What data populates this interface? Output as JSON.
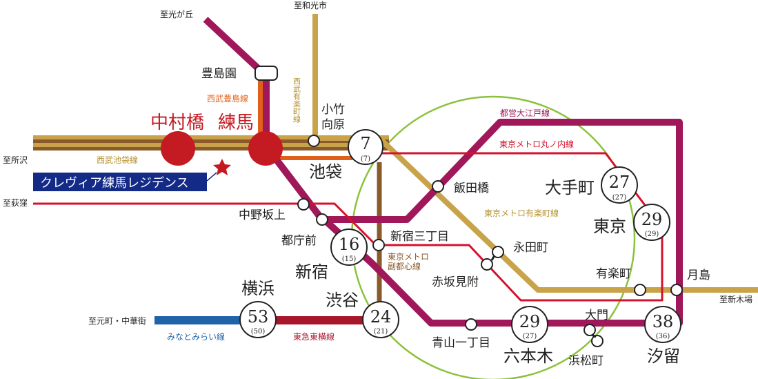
{
  "colors": {
    "seibu_ikebukuro": "#c8a34a",
    "seibu_brown": "#8a5a2b",
    "seibu_orange": "#e0601a",
    "oedo": "#a0185a",
    "marunouchi": "#d6112c",
    "yurakucho": "#c8a34a",
    "fukutoshin": "#8a5a2b",
    "minatomirai": "#1f63a8",
    "toyoko": "#a8162c",
    "yamanote": "#8bc23c",
    "navy": "#142a87",
    "red_station": "#c41a22"
  },
  "destinations": {
    "hikarigaoka": "至光が丘",
    "wakoshi": "至和光市",
    "tokorozawa": "至所沢",
    "ogikubo": "至荻窪",
    "motomachi": "至元町・中華街",
    "shinkiba": "至新木場"
  },
  "lines": {
    "seibu_toshima": "西武豊島線",
    "seibu_yurakucho": "西武有楽町線",
    "seibu_ikebukuro": "西武池袋線",
    "oedo": "都営大江戸線",
    "marunouchi": "東京メトロ丸ノ内線",
    "yurakucho": "東京メトロ有楽町線",
    "fukutoshin_1": "東京メトロ",
    "fukutoshin_2": "副都心線",
    "minatomirai": "みなとみらい線",
    "toyoko": "東急東横線"
  },
  "stations": {
    "nakamurabashi": "中村橋",
    "nerima": "練馬",
    "toshimaen": "豊島園",
    "kotakemukaihara_1": "小竹",
    "kotakemukaihara_2": "向原",
    "ikebukuro": "池袋",
    "iidabashi": "飯田橋",
    "otemachi": "大手町",
    "tokyo": "東京",
    "nakanosakaue": "中野坂上",
    "tochomae": "都庁前",
    "shinjuku": "新宿",
    "shinjukusanchome": "新宿三丁目",
    "nagatacho": "永田町",
    "akasakamitsuke": "赤坂見附",
    "yurakucho": "有楽町",
    "tsukishima": "月島",
    "yokohama": "横浜",
    "shibuya": "渋谷",
    "aoyamaitchome": "青山一丁目",
    "roppongi": "六本木",
    "daimon": "大門",
    "hamamatsucho": "浜松町",
    "shiodome": "汐留"
  },
  "minutes": {
    "ikebukuro": "7",
    "ikebukuro_sub": "(7)",
    "otemachi": "27",
    "otemachi_sub": "(27)",
    "tokyo": "29",
    "tokyo_sub": "(29)",
    "shinjuku": "16",
    "shinjuku_sub": "(15)",
    "yokohama": "53",
    "yokohama_sub": "(50)",
    "shibuya": "24",
    "shibuya_sub": "(21)",
    "roppongi": "29",
    "roppongi_sub": "(27)",
    "shiodome": "38",
    "shiodome_sub": "(36)"
  },
  "property": {
    "name": "クレヴィア練馬レジデンス",
    "marker_icon": "star-icon"
  }
}
